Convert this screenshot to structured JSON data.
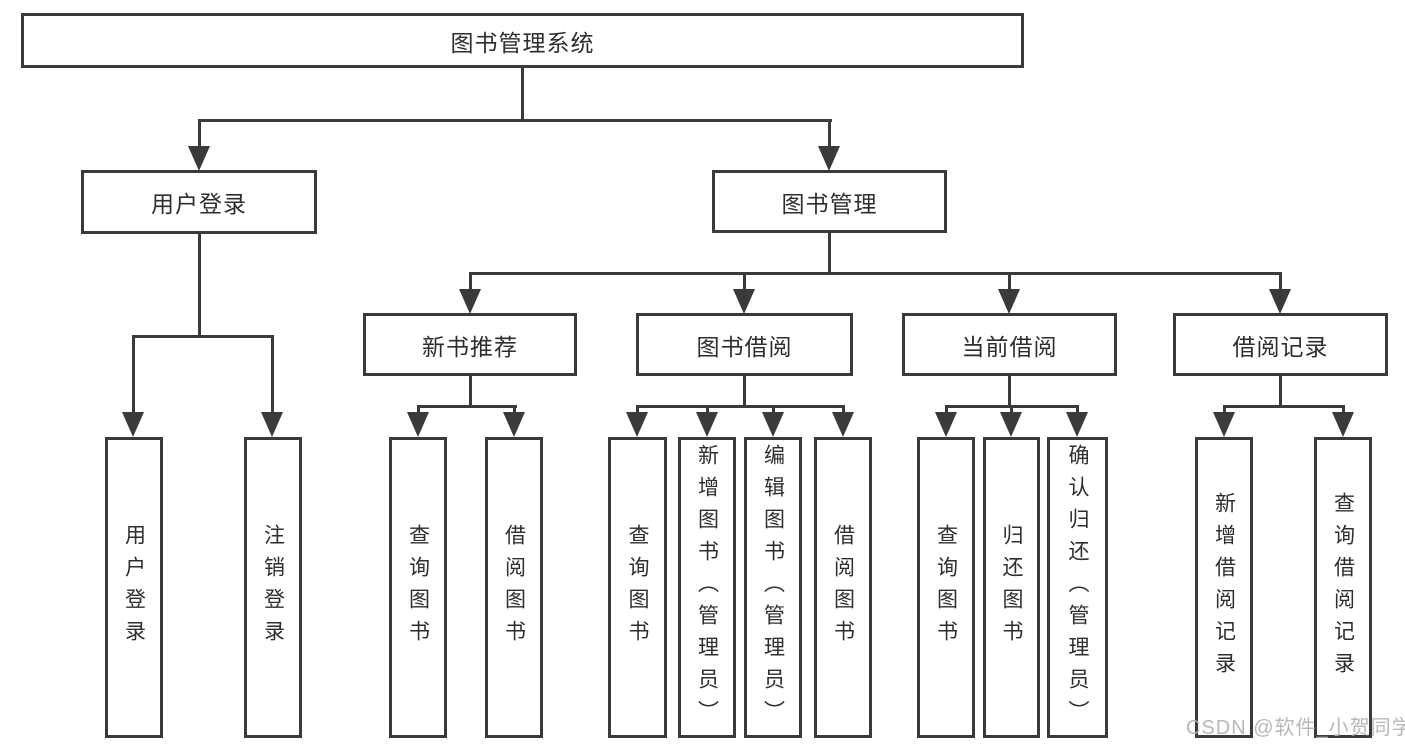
{
  "diagram": {
    "root": {
      "label": "图书管理系统"
    },
    "login": {
      "label": "用户登录",
      "children": [
        {
          "label": "用户登录"
        },
        {
          "label": "注销登录"
        }
      ]
    },
    "mgmt": {
      "label": "图书管理",
      "children": [
        {
          "label": "新书推荐",
          "children": [
            {
              "label": "查询图书"
            },
            {
              "label": "借阅图书"
            }
          ]
        },
        {
          "label": "图书借阅",
          "children": [
            {
              "label": "查询图书"
            },
            {
              "label": "新增图书（管理员）"
            },
            {
              "label": "编辑图书（管理员）"
            },
            {
              "label": "借阅图书"
            }
          ]
        },
        {
          "label": "当前借阅",
          "children": [
            {
              "label": "查询图书"
            },
            {
              "label": "归还图书"
            },
            {
              "label": "确认归还（管理员）"
            }
          ]
        },
        {
          "label": "借阅记录",
          "children": [
            {
              "label": "新增借阅记录"
            },
            {
              "label": "查询借阅记录"
            }
          ]
        }
      ]
    }
  },
  "watermark": {
    "text": "CSDN @软件_小贺同学"
  },
  "colors": {
    "line": "#3a3a3a",
    "text": "#2e2e2e",
    "watermark": "#b2b2b2",
    "background": "#ffffff"
  }
}
